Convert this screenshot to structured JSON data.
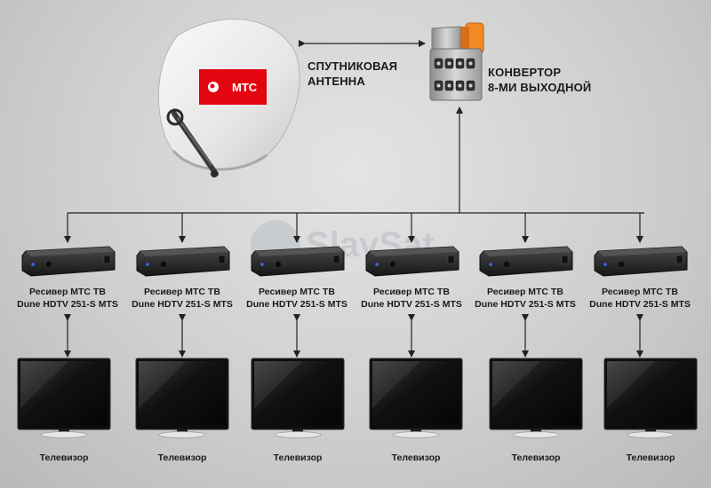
{
  "dish": {
    "brand": "МТС",
    "label_line1": "СПУТНИКОВАЯ",
    "label_line2": "АНТЕННА"
  },
  "converter": {
    "label_line1": "КОНВЕРТОР",
    "label_line2": "8-МИ ВЫХОДНОЙ"
  },
  "receivers": [
    {
      "line1": "Ресивер МТС ТВ",
      "line2": "Dune HDTV 251-S MTS"
    },
    {
      "line1": "Ресивер МТС ТВ",
      "line2": "Dune HDTV 251-S MTS"
    },
    {
      "line1": "Ресивер МТС ТВ",
      "line2": "Dune HDTV 251-S MTS"
    },
    {
      "line1": "Ресивер МТС ТВ",
      "line2": "Dune HDTV 251-S MTS"
    },
    {
      "line1": "Ресивер МТС ТВ",
      "line2": "Dune HDTV 251-S MTS"
    },
    {
      "line1": "Ресивер МТС ТВ",
      "line2": "Dune HDTV 251-S MTS"
    }
  ],
  "tvs": [
    {
      "label": "Телевизор"
    },
    {
      "label": "Телевизор"
    },
    {
      "label": "Телевизор"
    },
    {
      "label": "Телевизор"
    },
    {
      "label": "Телевизор"
    },
    {
      "label": "Телевизор"
    }
  ],
  "watermark": {
    "text": "SlavSat"
  },
  "colors": {
    "background": "#cfcfcf",
    "mts_red": "#e30611",
    "dish": "#ececec",
    "lnb_cap": "#f08a24",
    "line": "#222222"
  }
}
